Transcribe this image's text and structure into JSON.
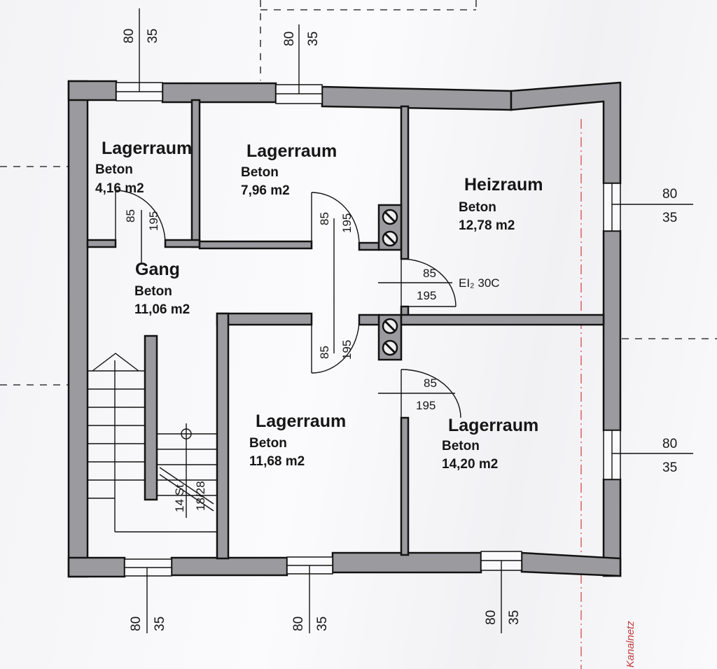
{
  "rooms": [
    {
      "id": "lager1",
      "name": "Lagerraum",
      "material": "Beton",
      "area": "4,16 m2"
    },
    {
      "id": "lager2",
      "name": "Lagerraum",
      "material": "Beton",
      "area": "7,96 m2"
    },
    {
      "id": "heiz",
      "name": "Heizraum",
      "material": "Beton",
      "area": "12,78 m2"
    },
    {
      "id": "gang",
      "name": "Gang",
      "material": "Beton",
      "area": "11,06 m2"
    },
    {
      "id": "lager3",
      "name": "Lagerraum",
      "material": "Beton",
      "area": "11,68 m2"
    },
    {
      "id": "lager4",
      "name": "Lagerraum",
      "material": "Beton",
      "area": "14,20 m2"
    }
  ],
  "door_dims": {
    "width": "85",
    "height": "195"
  },
  "window_dims": {
    "width": "80",
    "height": "35"
  },
  "fire_rating": "EI₂ 30C",
  "stair_label": {
    "steps": "14 St",
    "ratio": "18/28"
  },
  "side_label": "Kanalnetz"
}
